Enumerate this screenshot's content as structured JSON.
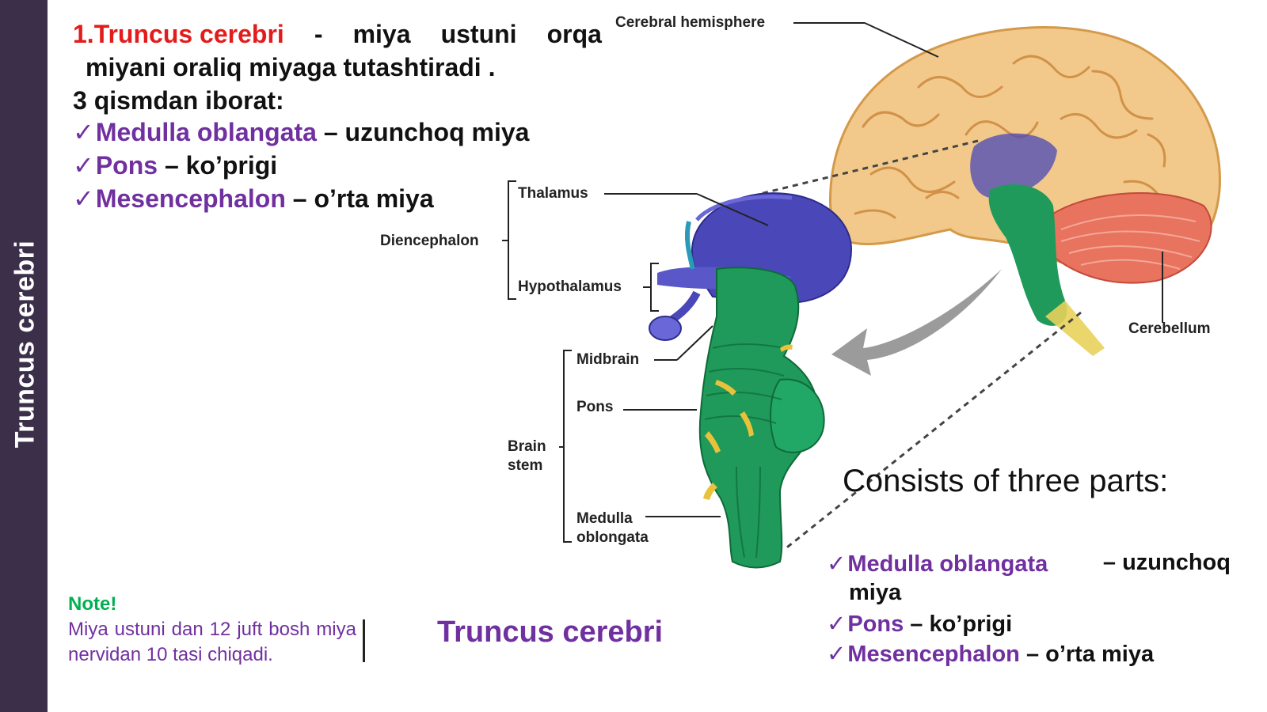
{
  "sidebar": {
    "title": "Truncus cerebri"
  },
  "intro": {
    "term": "1.Truncus cerebri",
    "dash": "-",
    "w1": "miya",
    "w2": "ustuni",
    "w3": "orqa",
    "line2": "miyani oraliq miyaga tutashtiradi .",
    "line3": "3 qismdan iborat:"
  },
  "parts": [
    {
      "check": "✓",
      "name": "Medulla oblangata",
      "desc": "– uzunchoq miya"
    },
    {
      "check": "✓",
      "name": "Pons",
      "desc": "– ko’prigi"
    },
    {
      "check": "✓",
      "name": "Mesencephalon",
      "desc": "– o’rta miya"
    }
  ],
  "labels": {
    "cerebral_hemisphere": "Cerebral hemisphere",
    "thalamus": "Thalamus",
    "diencephalon": "Diencephalon",
    "hypothalamus": "Hypothalamus",
    "midbrain": "Midbrain",
    "pons": "Pons",
    "brain": "Brain",
    "stem": "stem",
    "medulla": "Medulla",
    "oblongata": "oblongata",
    "cerebellum": "Cerebellum"
  },
  "note": {
    "title": "Note!",
    "text": "Miya ustuni dan 12 juft bosh miya nervidan 10 tasi chiqadi."
  },
  "center_title": "Truncus cerebri",
  "right": {
    "heading": "Consists of three parts:",
    "p1_name": "Medulla oblangata",
    "p1_desc": "– uzunchoq",
    "p1_cont": "miya",
    "p2_name": "Pons",
    "p2_desc": "– ko’prigi",
    "p3_name": "Mesencephalon",
    "p3_desc": "– o’rta miya"
  },
  "colors": {
    "sidebar": "#3b2f4a",
    "term_red": "#e31b1b",
    "purple": "#7030a0",
    "note_green": "#00b050",
    "brainstem_green": "#1f9a5a",
    "diencephalon_blue": "#4a47b8",
    "cerebrum_tan": "#f2c98a",
    "cerebellum_red": "#e8735f"
  }
}
